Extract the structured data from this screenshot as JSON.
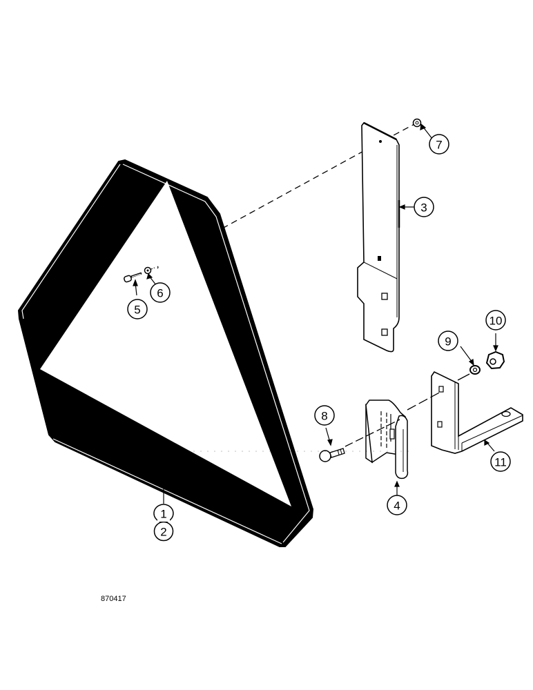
{
  "diagram": {
    "type": "exploded-parts-view",
    "figure_id": "870417",
    "callouts": [
      {
        "id": "c1",
        "label": "1",
        "part": "slow-moving-vehicle-emblem"
      },
      {
        "id": "c2",
        "label": "2",
        "part": "slow-moving-vehicle-emblem-alt"
      },
      {
        "id": "c3",
        "label": "3",
        "part": "mounting-bracket"
      },
      {
        "id": "c4",
        "label": "4",
        "part": "emblem-socket"
      },
      {
        "id": "c5",
        "label": "5",
        "part": "bolt"
      },
      {
        "id": "c6",
        "label": "6",
        "part": "washer"
      },
      {
        "id": "c7",
        "label": "7",
        "part": "nut"
      },
      {
        "id": "c8",
        "label": "8",
        "part": "carriage-bolt"
      },
      {
        "id": "c9",
        "label": "9",
        "part": "lock-washer"
      },
      {
        "id": "c10",
        "label": "10",
        "part": "hex-nut"
      },
      {
        "id": "c11",
        "label": "11",
        "part": "angle-bracket"
      }
    ],
    "colors": {
      "ink": "#000000",
      "paper": "#ffffff"
    }
  }
}
